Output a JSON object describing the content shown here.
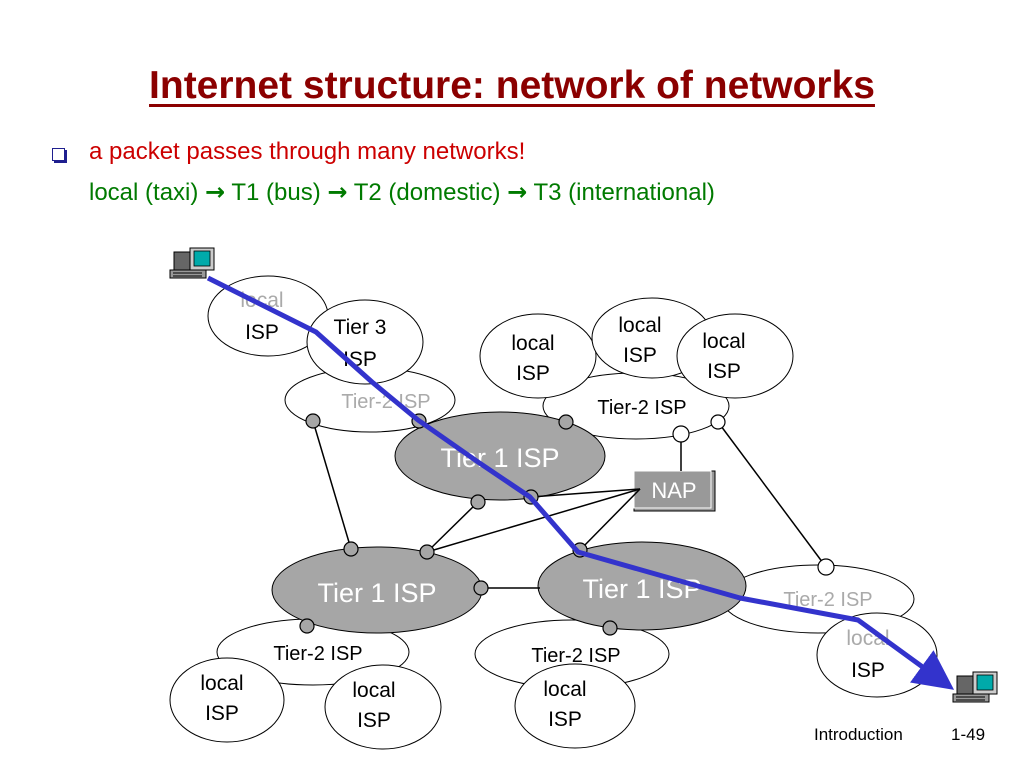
{
  "title": "Internet structure: network of networks",
  "bullet": "a packet passes through many networks!",
  "path_line": {
    "local": "local (taxi)",
    "t1": "T1 (bus)",
    "t2": "T2 (domestic)",
    "t3": "T3 (international)",
    "arrow": "→"
  },
  "labels": {
    "local1": "local",
    "isp": "ISP",
    "tier3": "Tier 3",
    "tier2": "Tier-2 ISP",
    "tier1": "Tier 1 ISP",
    "nap": "NAP"
  },
  "footer": {
    "section": "Introduction",
    "page": "1-49"
  },
  "colors": {
    "title": "#8b0000",
    "bullet": "#cc0000",
    "path_text": "#007a00",
    "route": "#3333cc",
    "tier1_fill": "#a6a6a6",
    "nap_fill": "#999999",
    "faded_text": "#aaaaaa"
  },
  "icons": [
    "computer-icon",
    "computer-icon"
  ]
}
